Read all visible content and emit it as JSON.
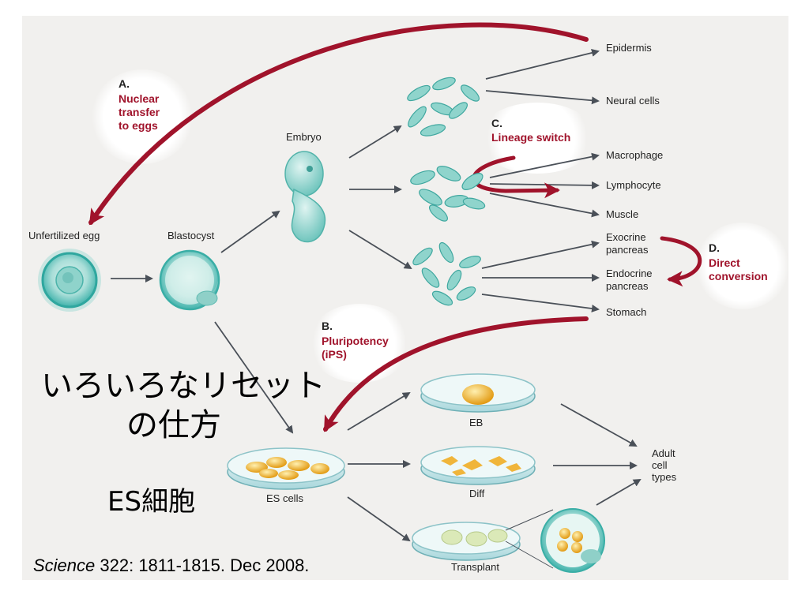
{
  "labels": {
    "epidermis": "Epidermis",
    "neural": "Neural cells",
    "macrophage": "Macrophage",
    "lymphocyte": "Lymphocyte",
    "muscle": "Muscle",
    "exocrine": [
      "Exocrine",
      "pancreas"
    ],
    "endocrine": [
      "Endocrine",
      "pancreas"
    ],
    "stomach": "Stomach",
    "embryo": "Embryo",
    "blastocyst": "Blastocyst",
    "unfertilized": "Unfertilized egg",
    "es_cells": "ES cells",
    "eb": "EB",
    "diff": "Diff",
    "transplant": "Transplant",
    "adult": [
      "Adult",
      "cell",
      "types"
    ]
  },
  "annotations": {
    "a_letter": "A.",
    "a_text": [
      "Nuclear",
      "transfer",
      "to eggs"
    ],
    "b_letter": "B.",
    "b_text": [
      "Pluripotency",
      "(iPS)"
    ],
    "c_letter": "C.",
    "c_text": "Lineage switch",
    "d_letter": "D.",
    "d_text": [
      "Direct",
      "conversion"
    ]
  },
  "overlay": {
    "title_line1": "いろいろなリセット",
    "title_line2": "の仕方",
    "es_label": "ES細胞"
  },
  "citation": {
    "journal": "Science",
    "rest": " 322: 1811-1815. Dec 2008."
  },
  "colors": {
    "red_arrow": "#a0132b",
    "gray_arrow": "#4a5058",
    "cell_teal": "#5fbfb8",
    "yellow_cell": "#f2b531"
  }
}
